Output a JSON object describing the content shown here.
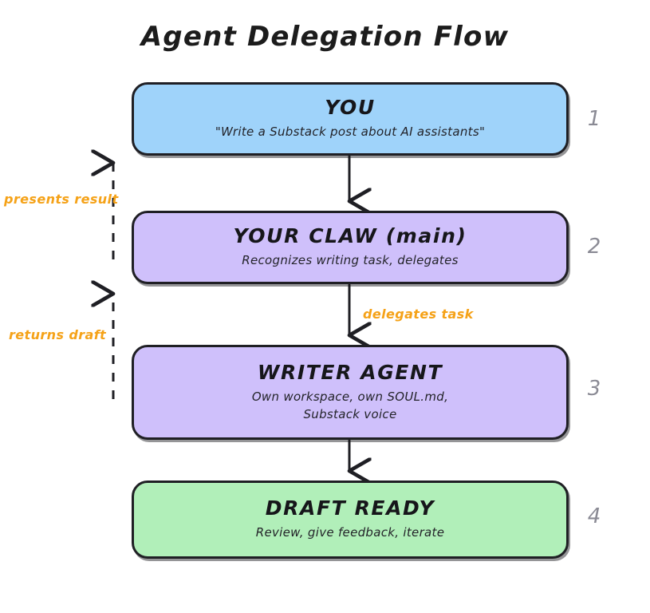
{
  "diagram": {
    "title": "Agent Delegation Flow",
    "type": "flowchart",
    "orientation": "top-to-bottom",
    "colors": {
      "node_you_fill": "#9fd3fa",
      "node_claw_fill": "#cfc0fb",
      "node_writer_fill": "#cfc0fb",
      "node_draft_fill": "#b1efb9",
      "node_stroke": "#1f1f24",
      "edge_label": "#f5a218",
      "step_number": "#8a8a94",
      "background": "#ffffff"
    },
    "nodes": [
      {
        "id": "you",
        "step": "1",
        "title": "YOU",
        "subtitle": "\"Write a Substack post about AI assistants\""
      },
      {
        "id": "claw",
        "step": "2",
        "title": "YOUR CLAW (main)",
        "subtitle": "Recognizes writing task, delegates"
      },
      {
        "id": "writer",
        "step": "3",
        "title": "WRITER AGENT",
        "subtitle_line1": "Own workspace, own SOUL.md,",
        "subtitle_line2": "Substack voice"
      },
      {
        "id": "draft",
        "step": "4",
        "title": "DRAFT READY",
        "subtitle": "Review, give feedback, iterate"
      }
    ],
    "edges": [
      {
        "id": "you-to-claw",
        "from": "you",
        "to": "claw",
        "label": "",
        "style": "solid"
      },
      {
        "id": "claw-to-writer",
        "from": "claw",
        "to": "writer",
        "label": "delegates task",
        "style": "solid"
      },
      {
        "id": "writer-to-draft",
        "from": "writer",
        "to": "draft",
        "label": "",
        "style": "solid"
      },
      {
        "id": "writer-to-claw",
        "from": "writer",
        "to": "claw",
        "label": "returns draft",
        "style": "dashed"
      },
      {
        "id": "claw-to-you",
        "from": "claw",
        "to": "you",
        "label": "presents result",
        "style": "dashed"
      }
    ]
  }
}
